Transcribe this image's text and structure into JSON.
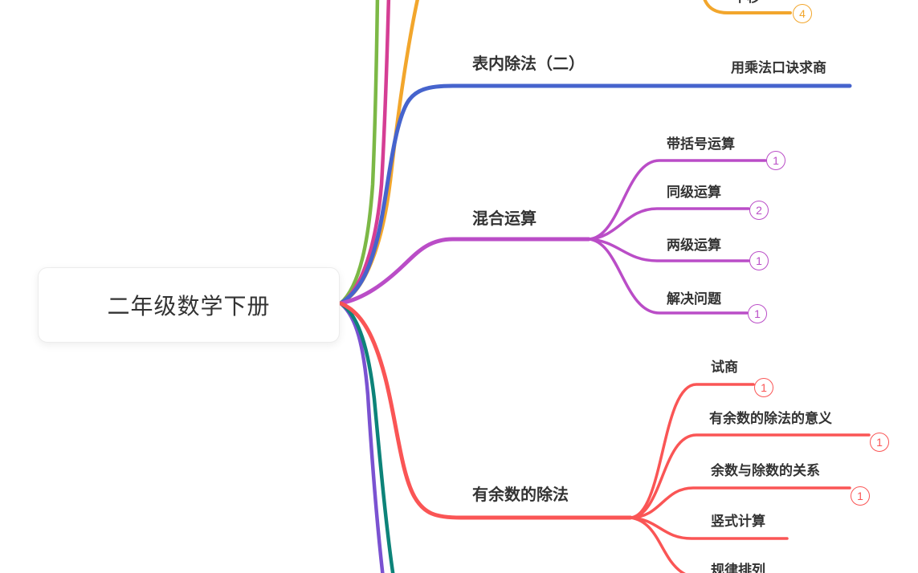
{
  "root": {
    "label": "二年级数学下册"
  },
  "colors": {
    "blue": "#4664CD",
    "purple": "#BA4DC7",
    "red": "#FA5555",
    "orange": "#F2A62C",
    "green": "#7CB846",
    "pink": "#D53E94",
    "teal": "#0D8379",
    "violet": "#7A52D1",
    "text": "#333333"
  },
  "topics": {
    "division_table": {
      "label": "表内除法（二）",
      "children": {
        "quotient": {
          "label": "用乘法口诀求商"
        }
      }
    },
    "mixed_ops": {
      "label": "混合运算",
      "children": {
        "paren": {
          "label": "带括号运算",
          "badge": "1"
        },
        "same_level": {
          "label": "同级运算",
          "badge": "2"
        },
        "two_level": {
          "label": "两级运算",
          "badge": "1"
        },
        "solve": {
          "label": "解决问题",
          "badge": "1"
        }
      }
    },
    "remainder_division": {
      "label": "有余数的除法",
      "children": {
        "trial_quotient": {
          "label": "试商",
          "badge": "1"
        },
        "meaning": {
          "label": "有余数的除法的意义",
          "badge": "1"
        },
        "relation": {
          "label": "余数与除数的关系",
          "badge": "1"
        },
        "vertical_calc": {
          "label": "竖式计算"
        },
        "pattern": {
          "label": "规律排列"
        }
      }
    },
    "move_down": {
      "label": "下移",
      "badge": "4"
    }
  }
}
